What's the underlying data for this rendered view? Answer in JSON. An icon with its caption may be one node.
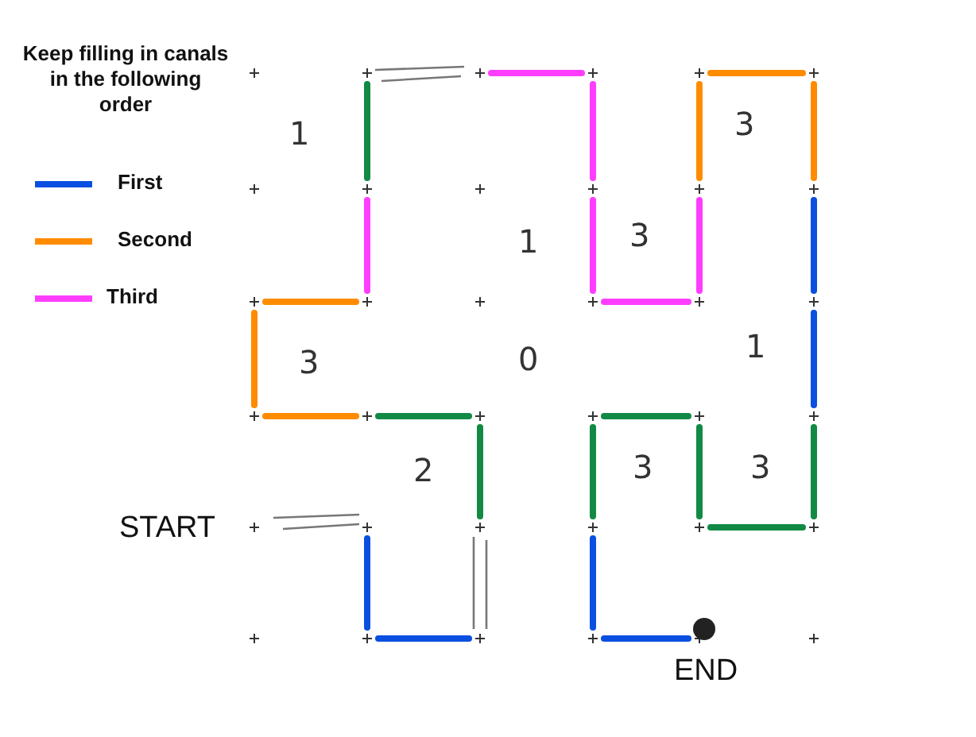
{
  "diagram": {
    "title": "Keep filling in canals in the following order",
    "labels": [
      "1",
      "3",
      "1",
      "3",
      "3",
      "0",
      "1",
      "2",
      "3",
      "3",
      "START",
      "END"
    ],
    "legend": [
      {
        "text": "First",
        "color": "#0a4fe0"
      },
      {
        "text": "Second",
        "color": "#ff8c00"
      },
      {
        "text": "Third",
        "color": "#ff3dff"
      }
    ]
  }
}
